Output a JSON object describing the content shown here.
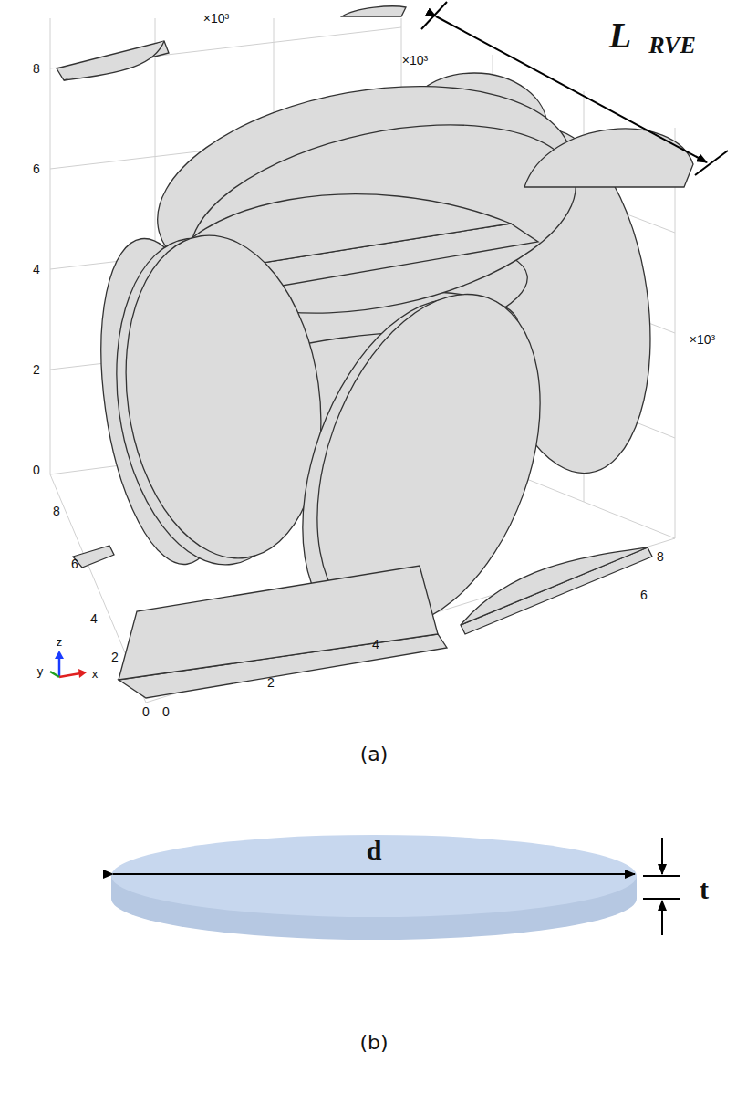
{
  "diagram": {
    "labels": [
      "×10³",
      "×10³",
      "L",
      "RVE",
      "8",
      "6",
      "4",
      "2",
      "0",
      "8",
      "6",
      "4",
      "2",
      "0",
      "0",
      "2",
      "4",
      "6",
      "8",
      "×10³",
      "y",
      "z",
      "x",
      "(a)",
      "d",
      "t",
      "(b)"
    ]
  }
}
